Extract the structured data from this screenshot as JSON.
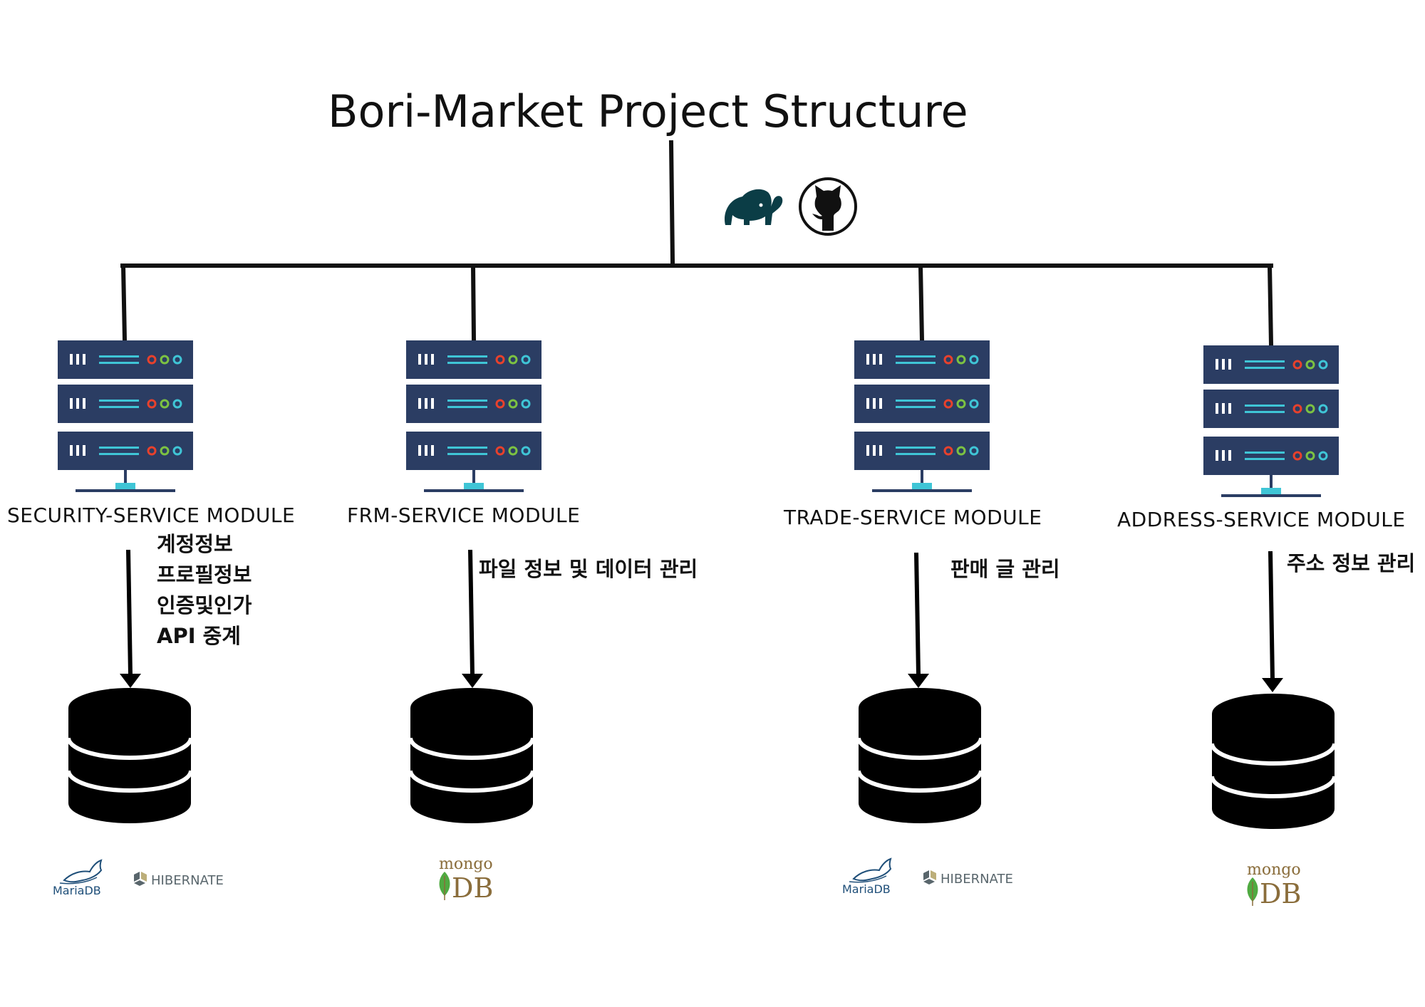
{
  "title": "Bori-Market Project Structure",
  "tools": [
    {
      "icon": "gradle-elephant-icon"
    },
    {
      "icon": "github-octocat-icon"
    }
  ],
  "modules": [
    {
      "label": "SECURITY-SERVICE MODULE",
      "description": [
        "계정정보",
        "프로필정보",
        "인증및인가",
        "API 중계"
      ],
      "database_logos": [
        {
          "icon": "mariadb-logo",
          "text": "MariaDB"
        },
        {
          "icon": "hibernate-logo",
          "text": "HIBERNATE"
        }
      ]
    },
    {
      "label": "FRM-SERVICE MODULE",
      "description": [
        "파일 정보 및 데이터 관리"
      ],
      "database_logos": [
        {
          "icon": "mongodb-logo",
          "text_top": "mongo",
          "text_bottom": "DB"
        }
      ]
    },
    {
      "label": "TRADE-SERVICE MODULE",
      "description": [
        "판매 글 관리"
      ],
      "database_logos": [
        {
          "icon": "mariadb-logo",
          "text": "MariaDB"
        },
        {
          "icon": "hibernate-logo",
          "text": "HIBERNATE"
        }
      ]
    },
    {
      "label": "ADDRESS-SERVICE MODULE",
      "description": [
        "주소 정보 관리"
      ],
      "database_logos": [
        {
          "icon": "mongodb-logo",
          "text_top": "mongo",
          "text_bottom": "DB"
        }
      ]
    }
  ],
  "colors": {
    "server_body": "#2b3d63",
    "server_line": "#3fc5d6",
    "led_red": "#e8412c",
    "led_green": "#7cc242",
    "led_cyan": "#3fc5d6",
    "connector": "#111111",
    "database": "#000000",
    "mongo_green": "#4faa41",
    "mongo_brown": "#8a6d3b",
    "mariadb_blue": "#1f4f79",
    "hibernate_grey": "#59666c",
    "hibernate_gold": "#bcae79"
  }
}
